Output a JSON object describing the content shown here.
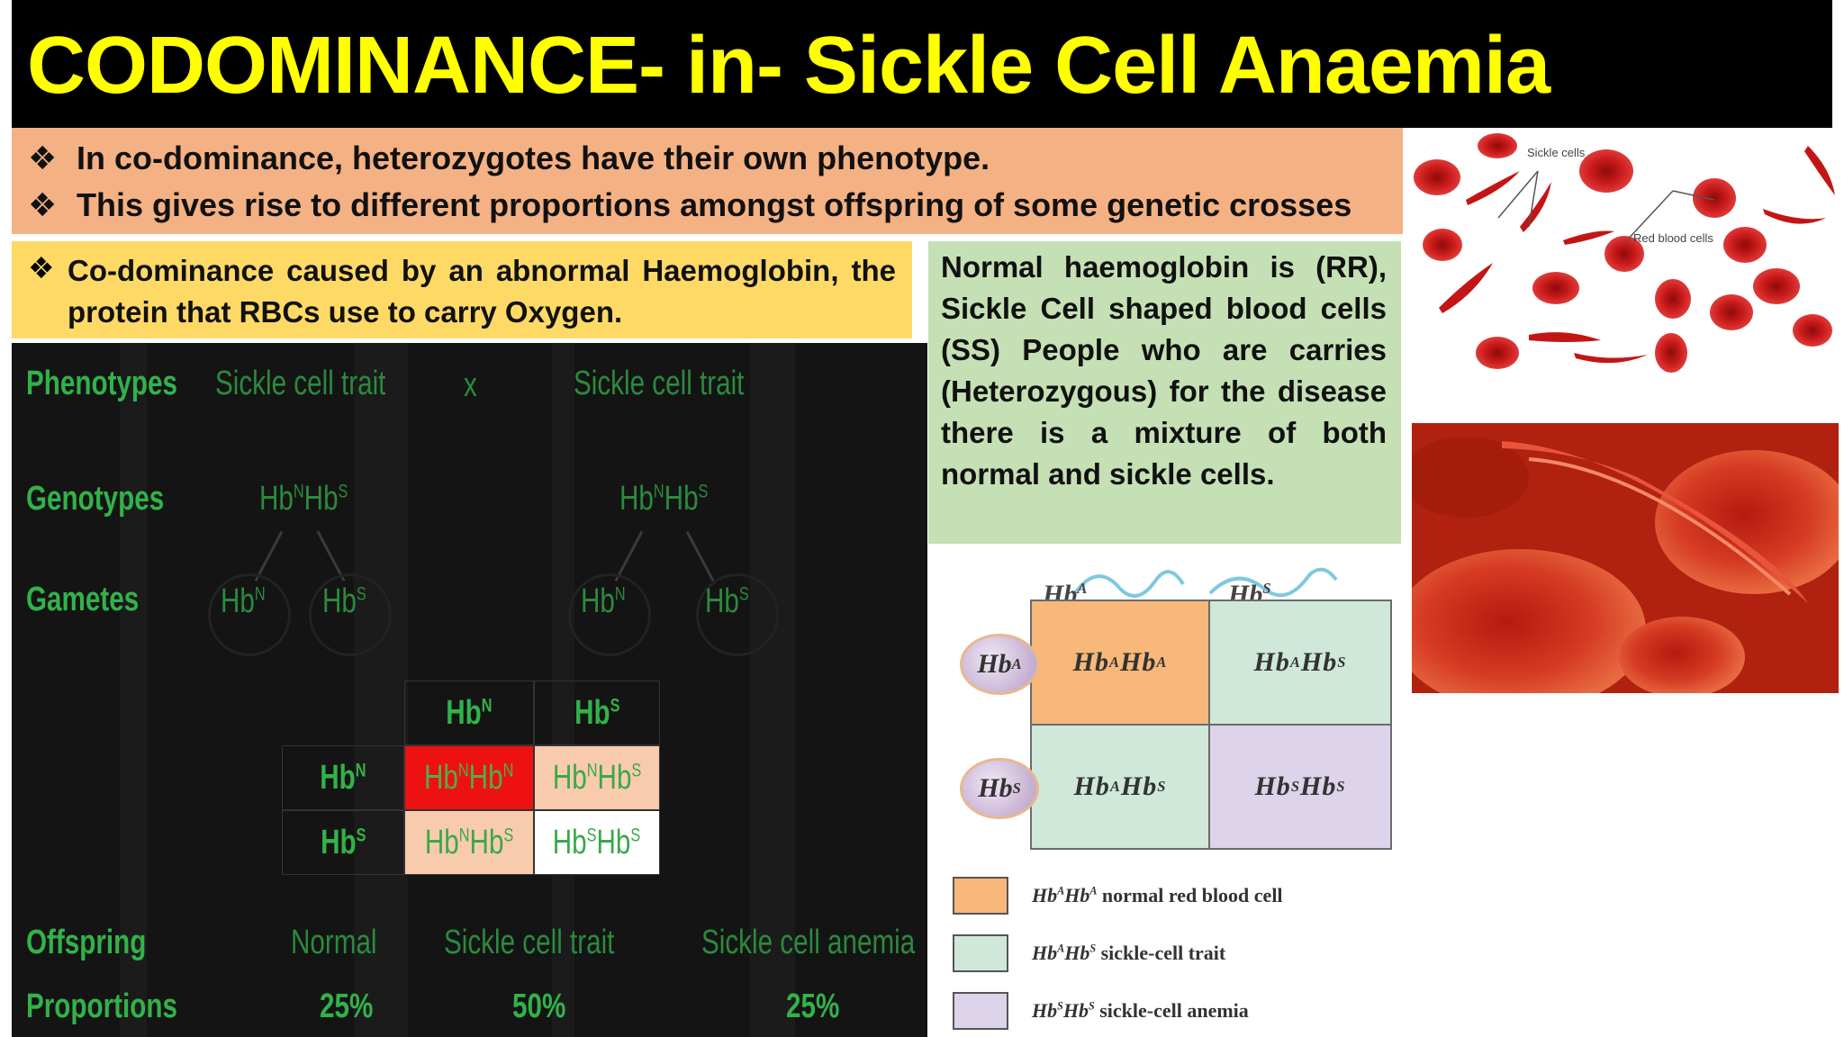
{
  "title": "CODOMINANCE- in- Sickle Cell Anaemia",
  "bullet_glyph": "❖",
  "intro": [
    "In co-dominance, heterozygotes have their own phenotype.",
    "This gives rise to different proportions amongst offspring of some genetic crosses"
  ],
  "cause": "Co-dominance caused by an abnormal Haemoglobin, the protein that RBCs use to carry Oxygen.",
  "green_text": "Normal haemoglobin is (RR), Sickle Cell shaped blood cells (SS) People who are carries (Heterozygous) for the disease there is a mixture of both normal and sickle cells.",
  "cross": {
    "row_labels": {
      "phenotypes": "Phenotypes",
      "genotypes": "Genotypes",
      "gametes": "Gametes",
      "offspring": "Offspring",
      "proportions": "Proportions"
    },
    "parent1_phenotype": "Sickle cell trait",
    "cross_symbol": "x",
    "parent2_phenotype": "Sickle cell trait",
    "offspring": [
      "Normal",
      "Sickle cell trait",
      "Sickle cell anemia"
    ],
    "proportions": [
      "25%",
      "50%",
      "25%"
    ],
    "grid_colors": {
      "normal": "#ee1111",
      "trait": "#f8cbad",
      "anemia": "#ffffff"
    }
  },
  "illustrations": {
    "label_sickle": "Sickle cells",
    "label_red": "Red blood cells"
  },
  "punnett": {
    "legend": [
      {
        "color": "#f8b87a",
        "text": "normal red blood cell"
      },
      {
        "color": "#cfe8da",
        "text": "sickle-cell trait"
      },
      {
        "color": "#ddd3ea",
        "text": "sickle-cell anemia"
      }
    ],
    "colors": {
      "AA": "#f8b87a",
      "AS": "#cfe8da",
      "SS": "#ddd3ea"
    }
  }
}
